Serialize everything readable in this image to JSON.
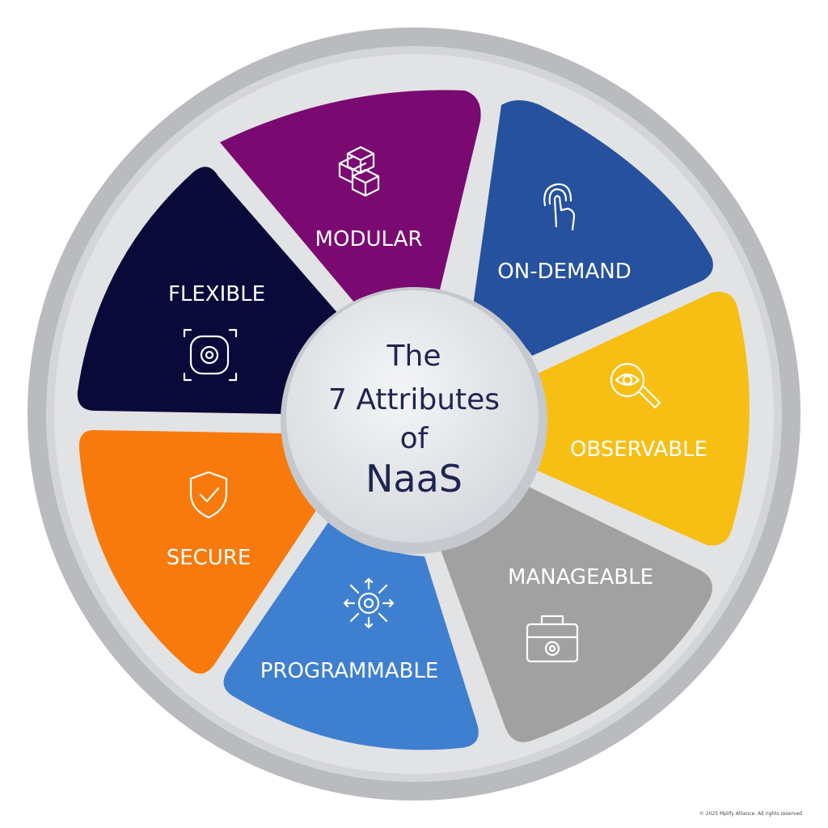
{
  "center": {
    "line1": "The",
    "line2": "7 Attributes",
    "line3": "of",
    "line4": "NaaS"
  },
  "segments": [
    {
      "label": "MODULAR",
      "icon": "cubes-icon",
      "color": "#7a0a72"
    },
    {
      "label": "ON-DEMAND",
      "icon": "touch-fingerprint-icon",
      "color": "#26519e"
    },
    {
      "label": "OBSERVABLE",
      "icon": "magnifier-eye-icon",
      "color": "#f7be14"
    },
    {
      "label": "MANAGEABLE",
      "icon": "toolbox-gear-icon",
      "color": "#a1a1a1"
    },
    {
      "label": "PROGRAMMABLE",
      "icon": "gear-arrows-icon",
      "color": "#3f7fd0"
    },
    {
      "label": "SECURE",
      "icon": "shield-check-icon",
      "color": "#f87a0c"
    },
    {
      "label": "FLEXIBLE",
      "icon": "gear-expand-icon",
      "color": "#0a0a3a"
    }
  ],
  "colors": {
    "ring_outer": "#b8babd",
    "ring_inner": "#d6d8db",
    "hub": "#e6e8ec",
    "hub_text": "#1f2450"
  },
  "footer": {
    "copyright": "© 2025 Mplify Alliance. All rights reserved"
  }
}
